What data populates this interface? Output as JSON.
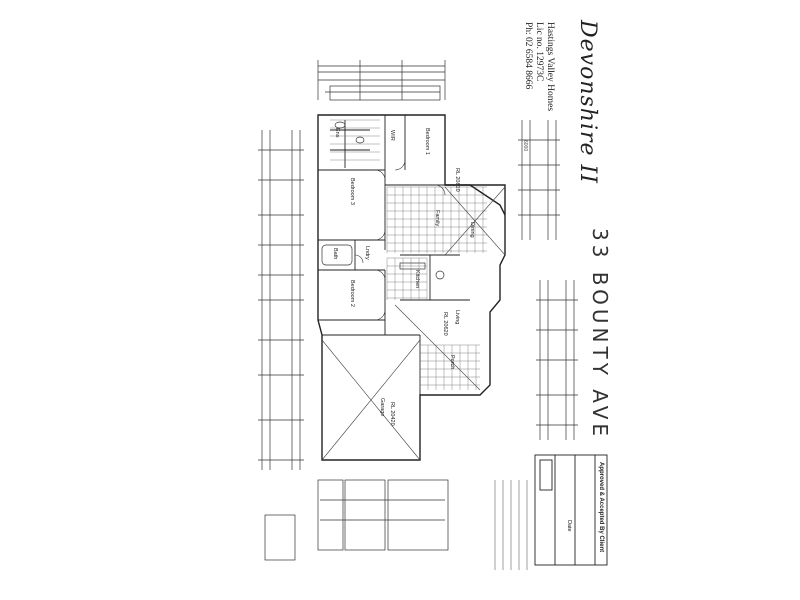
{
  "plan": {
    "title": "Devonshire II",
    "address": "33 BOUNTY AVE",
    "builder": {
      "name": "Hastings Valley Homes",
      "licence": "Lic no. 12973C",
      "phone": "Ph: 02 6584 8666"
    },
    "approval_block": {
      "heading": "Approved & Accepted By Client",
      "date_label": "Date"
    },
    "rooms": {
      "bedroom_1": "Bedroom 1",
      "bedroom_2": "Bedroom 2",
      "bedroom_3": "Bedroom 3",
      "garage": "Garage",
      "porch": "Porch",
      "kitchen": "Kitchen",
      "family": "Family",
      "dining": "Dining",
      "living": "Living",
      "ensuite": "Ens",
      "wir": "WIR",
      "bath": "Bath",
      "lndry": "Lndry"
    },
    "annotations": {
      "ceiling_1": "RL 20620",
      "ceiling_2": "RL 20420",
      "ceiling_3": "RL 20810",
      "front_dim": "6000"
    }
  }
}
